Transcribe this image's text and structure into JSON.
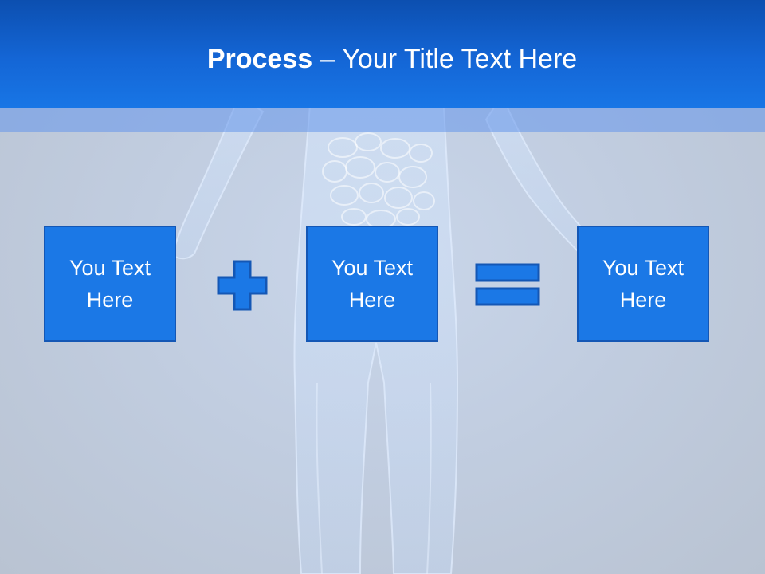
{
  "slide": {
    "title_bold": "Process",
    "title_rest": " – Your Title Text Here",
    "boxes": [
      {
        "label": "You Text Here"
      },
      {
        "label": "You Text Here"
      },
      {
        "label": "You Text Here"
      }
    ],
    "operators": [
      "plus-icon",
      "equals-icon"
    ],
    "background_image": "translucent-human-body-anatomy"
  },
  "colors": {
    "header": "#1466d6",
    "box_fill": "#1b78e6",
    "box_border": "#1457b5",
    "background": "#c1cde0",
    "text": "#ffffff"
  }
}
